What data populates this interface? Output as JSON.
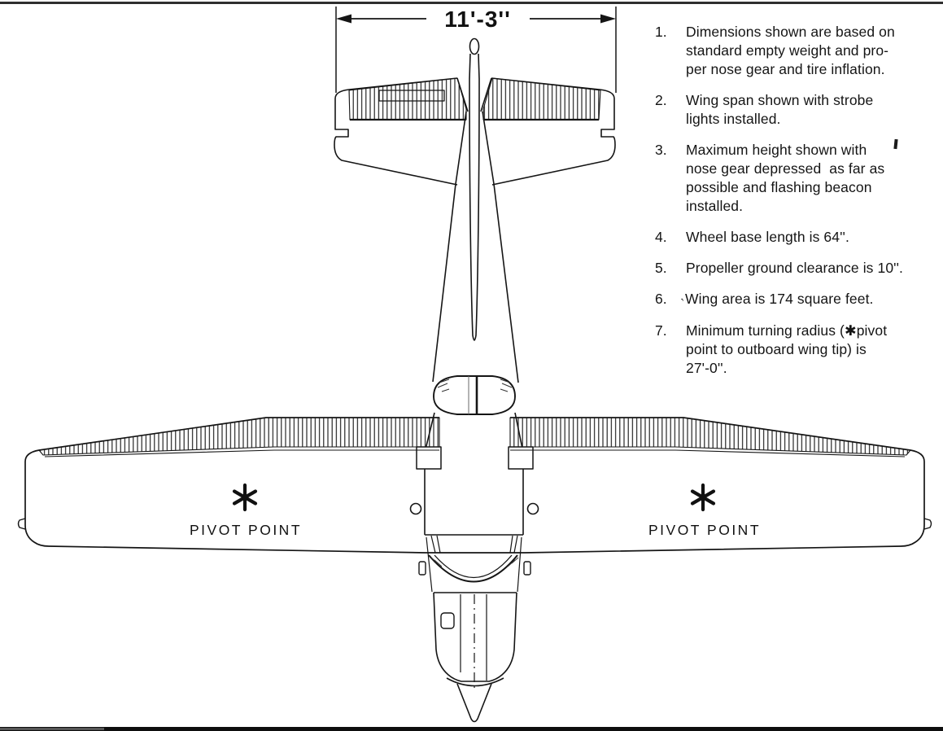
{
  "dimension": {
    "label": "11'-3''"
  },
  "diagram": {
    "pivot_left_label": "PIVOT POINT",
    "pivot_right_label": "PIVOT POINT",
    "asterisk_symbol": "✱"
  },
  "notes": {
    "items": [
      {
        "num": "1.",
        "lines": [
          "Dimensions shown are based on",
          "standard empty weight and pro-",
          "per nose gear and tire inflation."
        ]
      },
      {
        "num": "2.",
        "lines": [
          "Wing span shown with strobe",
          "lights installed."
        ]
      },
      {
        "num": "3.",
        "lines": [
          "Maximum height shown with",
          "nose gear depressed  as far as",
          "possible and flashing beacon",
          "installed."
        ]
      },
      {
        "num": "4.",
        "lines": [
          "Wheel base length is 64''."
        ]
      },
      {
        "num": "5.",
        "lines": [
          "Propeller ground clearance is 10''."
        ]
      },
      {
        "num": "6.",
        "mark": ",",
        "lines": [
          "Wing area is 174 square feet."
        ]
      },
      {
        "num": "7.",
        "lines": [
          "Minimum turning radius (✱pivot",
          "point to outboard wing tip) is",
          "27'-0''."
        ]
      }
    ]
  },
  "colors": {
    "ink": "#151515",
    "background": "#ffffff"
  }
}
